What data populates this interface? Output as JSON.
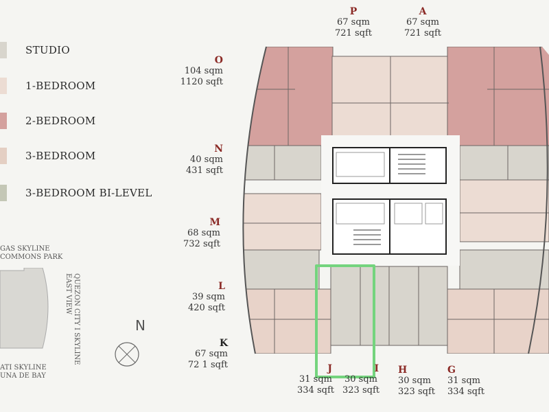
{
  "legend": [
    {
      "label": "STUDIO",
      "color": "#d8d5cd"
    },
    {
      "label": "1-BEDROOM",
      "color": "#ecdcd3"
    },
    {
      "label": "2-BEDROOM",
      "color": "#d4a19e"
    },
    {
      "label": "3-BEDROOM",
      "color": "#e4cfc3"
    },
    {
      "label": "3-BEDROOM BI-LEVEL",
      "color": "#c4c7b6"
    }
  ],
  "units": {
    "P": {
      "letter": "P",
      "sqm": "67 sqm",
      "sqft": "721 sqft"
    },
    "A": {
      "letter": "A",
      "sqm": "67 sqm",
      "sqft": "721 sqft"
    },
    "O": {
      "letter": "O",
      "sqm": "104 sqm",
      "sqft": "1120 sqft"
    },
    "N": {
      "letter": "N",
      "sqm": "40 sqm",
      "sqft": "431 sqft"
    },
    "M": {
      "letter": "M",
      "sqm": "68 sqm",
      "sqft": "732 sqft"
    },
    "L": {
      "letter": "L",
      "sqm": "39 sqm",
      "sqft": "420 sqft"
    },
    "K": {
      "letter": "K",
      "sqm": "67 sqm",
      "sqft": "72 1 sqft"
    },
    "J": {
      "letter": "J",
      "sqm": "31 sqm",
      "sqft": "334 sqft"
    },
    "I": {
      "letter": "I",
      "sqm": "30 sqm",
      "sqft": "323 sqft"
    },
    "H": {
      "letter": "H",
      "sqm": "30 sqm",
      "sqft": "323 sqft"
    },
    "G": {
      "letter": "G",
      "sqm": "31 sqm",
      "sqft": "334 sqft"
    }
  },
  "key_plan": {
    "north_view": [
      "GAS SKYLINE",
      "COMMONS PARK"
    ],
    "east_view": [
      "QUEZON CITY I SKYLINE",
      "EAST VIEW"
    ],
    "south_view": [
      "ATI SKYLINE",
      "UNA DE BAY"
    ]
  },
  "compass": {
    "label": "N"
  },
  "colors": {
    "background": "#f5f5f2",
    "highlight": "#74d47e",
    "unit_letter": "#8b2a26"
  }
}
